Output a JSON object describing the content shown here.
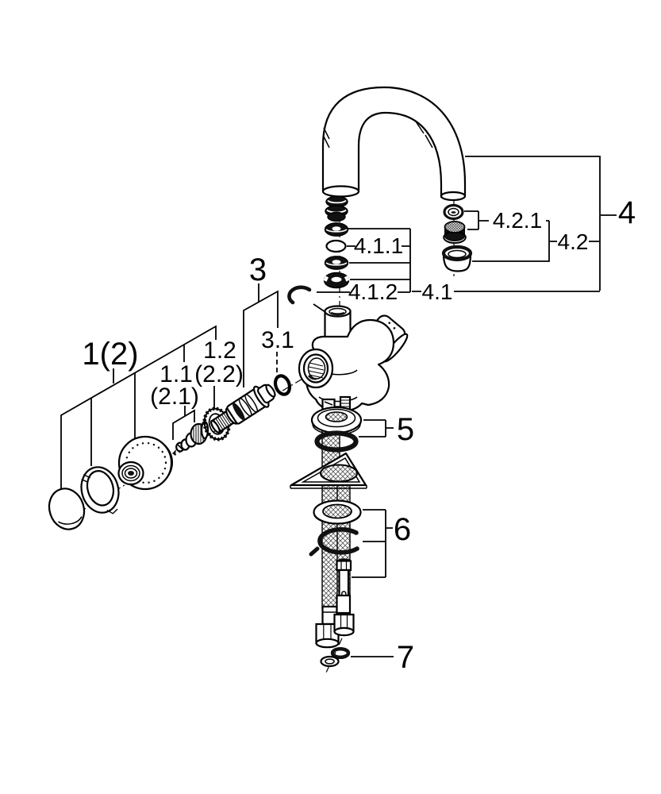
{
  "figure": {
    "background_color": "#ffffff",
    "line_color": "#000000",
    "labels": {
      "group_1": "1(2)",
      "part_1_1": "1.1",
      "part_1_1_alt": "(2.1)",
      "part_1_2": "1.2",
      "part_1_2_alt": "(2.2)",
      "group_3": "3",
      "part_3_1": "3.1",
      "group_4": "4",
      "part_4_1": "4.1",
      "part_4_1_1": "4.1.1",
      "part_4_1_2": "4.1.2",
      "part_4_2": "4.2",
      "part_4_2_1": "4.2.1",
      "part_5": "5",
      "part_6": "6",
      "part_7": "7"
    }
  }
}
